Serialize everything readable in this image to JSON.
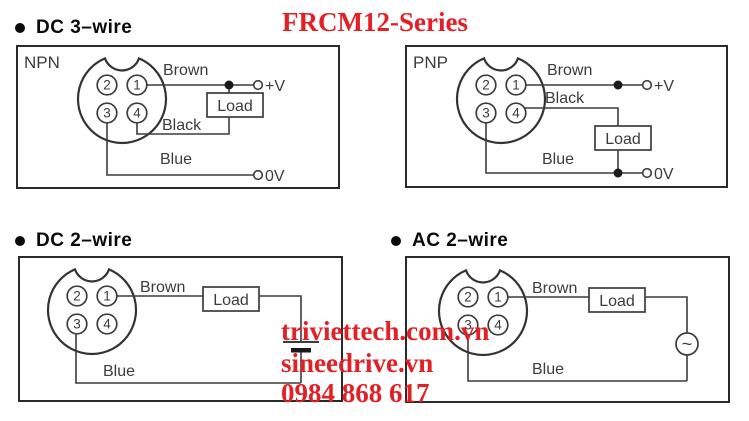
{
  "title": "FRCM12-Series",
  "headings": {
    "dc3": "DC 3–wire",
    "dc2": "DC 2–wire",
    "ac2": "AC 2–wire"
  },
  "labels": {
    "npn": "NPN",
    "pnp": "PNP",
    "brown": "Brown",
    "black": "Black",
    "blue": "Blue",
    "load": "Load",
    "plus_v": "+V",
    "zero_v": "0V",
    "pin1": "1",
    "pin2": "2",
    "pin3": "3",
    "pin4": "4",
    "ac_source": "~"
  },
  "watermark": {
    "line1": "triviettech.com.vn",
    "line2": "sineedrive.vn",
    "line3": "0984 868 617"
  },
  "colors": {
    "accent_red": "#e22026",
    "wire_gray": "#3c3c3c",
    "frame_black": "#2a2a2a"
  }
}
